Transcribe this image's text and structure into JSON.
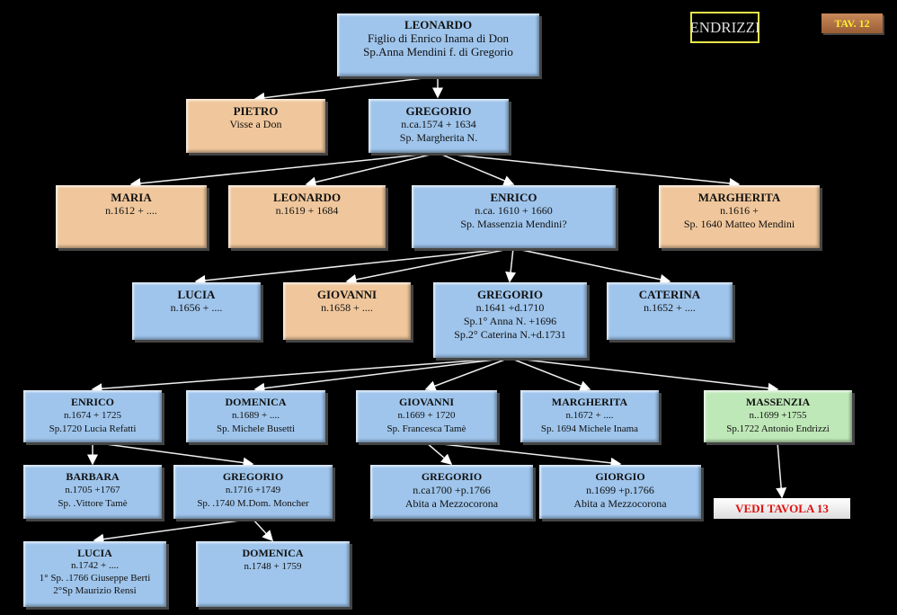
{
  "header": {
    "family": "ENDRIZZI",
    "table": "TAV. 12"
  },
  "link": {
    "label": "VEDI TAVOLA 13"
  },
  "people": {
    "leonardo1": {
      "name": "LEONARDO",
      "l1": "Figlio di Enrico Inama di Don",
      "l2": "Sp.Anna Mendini f. di Gregorio"
    },
    "pietro": {
      "name": "PIETRO",
      "l1": "Visse a Don"
    },
    "gregorio1": {
      "name": "GREGORIO",
      "l1": "n.ca.1574  + 1634",
      "l2": "Sp. Margherita N."
    },
    "maria": {
      "name": "MARIA",
      "l1": "n.1612  + ...."
    },
    "leonardo2": {
      "name": "LEONARDO",
      "l1": "n.1619 + 1684"
    },
    "enrico1": {
      "name": "ENRICO",
      "l1": "n.ca. 1610  + 1660",
      "l2": "Sp. Massenzia Mendini?"
    },
    "margherita1": {
      "name": "MARGHERITA",
      "l1": "n.1616  +",
      "l2": "Sp. 1640 Matteo Mendini"
    },
    "lucia1": {
      "name": "LUCIA",
      "l1": "n.1656 + ...."
    },
    "giovanni1": {
      "name": "GIOVANNI",
      "l1": "n.1658  + ...."
    },
    "gregorio2": {
      "name": "GREGORIO",
      "l1": "n.1641  +d.1710",
      "l2": "Sp.1° Anna N. +1696",
      "l3": "Sp.2° Caterina N.+d.1731"
    },
    "caterina": {
      "name": "CATERINA",
      "l1": "n.1652 + ...."
    },
    "enrico2": {
      "name": "ENRICO",
      "l1": "n.1674 + 1725",
      "l2": "Sp.1720 Lucia Refatti"
    },
    "domenica1": {
      "name": "DOMENICA",
      "l1": "n.1689 + ....",
      "l2": "Sp.  Michele Busetti"
    },
    "giovanni2": {
      "name": "GIOVANNI",
      "l1": "n.1669 + 1720",
      "l2": "Sp. Francesca Tamè"
    },
    "margherita2": {
      "name": "MARGHERITA",
      "l1": "n.1672 + ....",
      "l2": "Sp. 1694 Michele Inama"
    },
    "massenzia": {
      "name": "MASSENZIA",
      "l1": "n..1699 +1755",
      "l2": "Sp.1722 Antonio Endrizzi"
    },
    "barbara": {
      "name": "BARBARA",
      "l1": "n.1705 +1767",
      "l2": "Sp. .Vittore  Tamè"
    },
    "gregorio3": {
      "name": "GREGORIO",
      "l1": "n.1716 +1749",
      "l2": "Sp. .1740 M.Dom. Moncher"
    },
    "gregorio4": {
      "name": "GREGORIO",
      "l1": "n.ca1700 +p.1766",
      "l2": "Abita a Mezzocorona"
    },
    "giorgio": {
      "name": "GIORGIO",
      "l1": "n.1699 +p.1766",
      "l2": "Abita a Mezzocorona"
    },
    "lucia2": {
      "name": "LUCIA",
      "l1": "n.1742 + ....",
      "l2": "1° Sp. .1766 Giuseppe Berti",
      "l3": "2°Sp Maurizio Rensi"
    },
    "domenica2": {
      "name": "DOMENICA",
      "l1": "n.1748 +  1759"
    }
  }
}
